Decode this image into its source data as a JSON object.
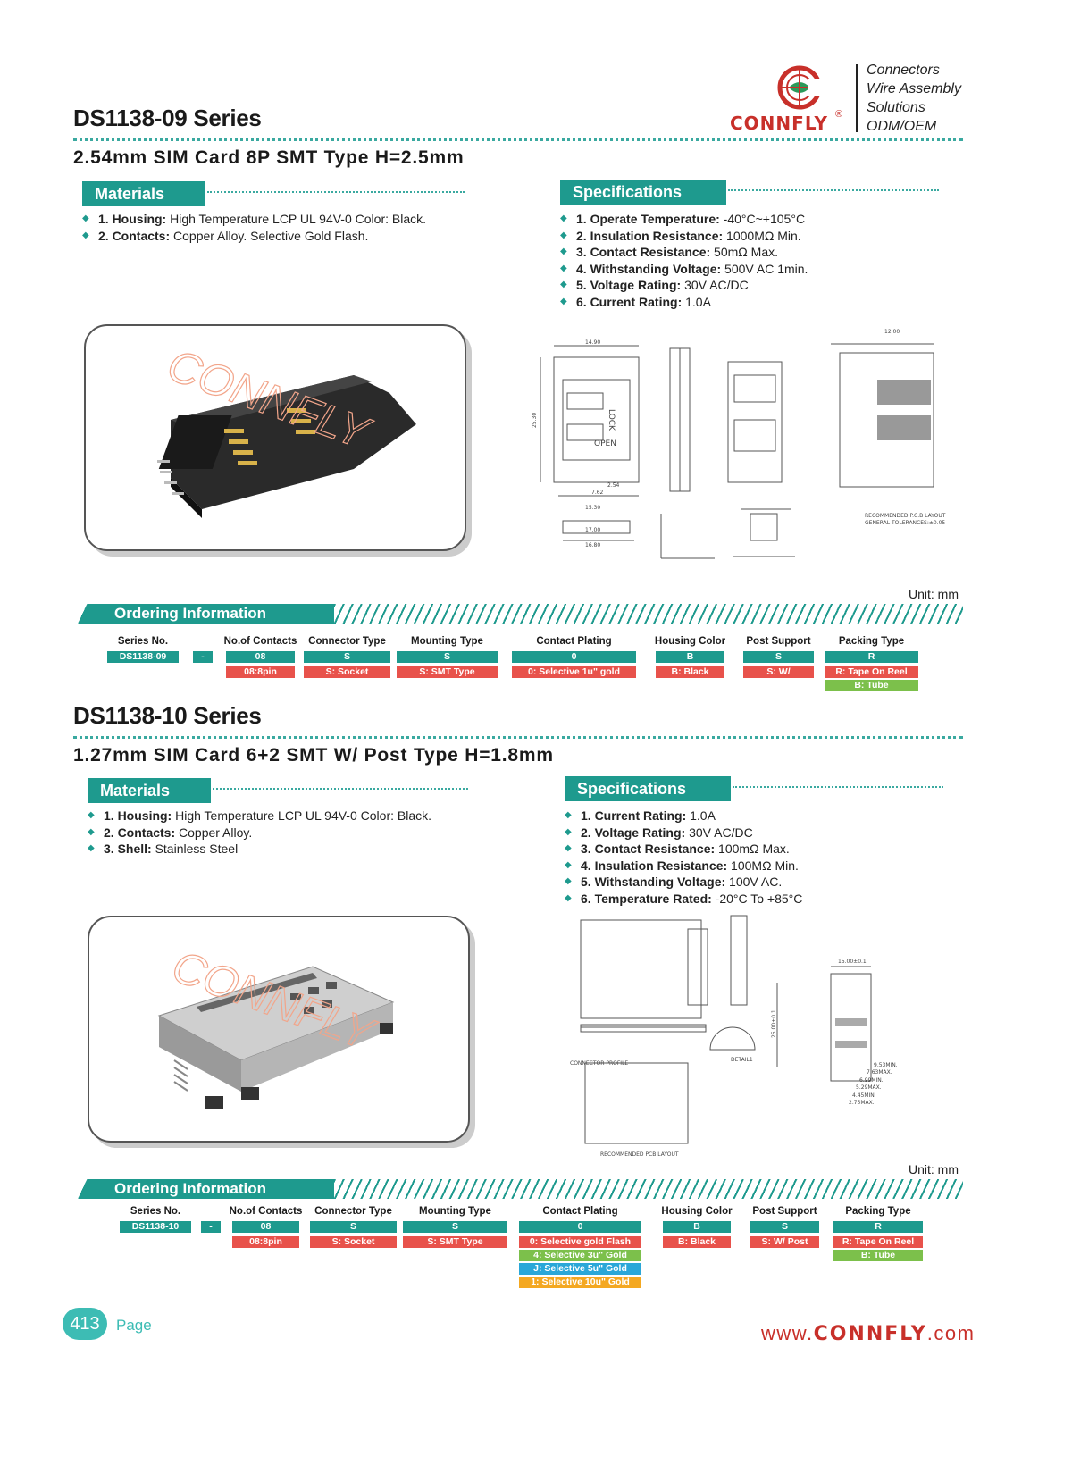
{
  "header": {
    "brand": "CONNFLY",
    "tagline": [
      "Connectors",
      "Wire Assembly",
      "Solutions",
      "ODM/OEM"
    ]
  },
  "s1": {
    "title": "DS1138-09 Series",
    "subtitle": "2.54mm SIM Card 8P SMT Type H=2.5mm",
    "materials_head": "Materials",
    "materials": [
      {
        "k": "1. Housing:",
        "v": " High Temperature LCP UL 94V-0 Color: Black."
      },
      {
        "k": "2. Contacts:",
        "v": " Copper Alloy. Selective Gold Flash."
      }
    ],
    "specs_head": "Specifications",
    "specs": [
      {
        "k": "1. Operate Temperature:",
        "v": " -40°C~+105°C"
      },
      {
        "k": "2. Insulation Resistance:",
        "v": " 1000MΩ Min."
      },
      {
        "k": "3. Contact Resistance:",
        "v": " 50mΩ Max."
      },
      {
        "k": "4. Withstanding Voltage:",
        "v": " 500V AC 1min."
      },
      {
        "k": "5. Voltage Rating:",
        "v": " 30V AC/DC"
      },
      {
        "k": "6. Current Rating:",
        "v": " 1.0A"
      }
    ],
    "drawing_labels": {
      "d1": "14.90",
      "d2": "25.30",
      "d3": "7.62",
      "d4": "15.30",
      "d5": "2.54",
      "d6": "17.00",
      "d7": "16.80",
      "d8": "12.00",
      "d9": "LOCK",
      "d10": "OPEN",
      "d11": "RECOMMENDED P.C.B LAYOUT",
      "d12": "GENERAL TOLERANCES:±0.05"
    },
    "unit": "Unit: mm",
    "ordering_head": "Ordering Information",
    "ordering": {
      "series_lbl": "Series No.",
      "series_val": "DS1138-09",
      "dash": "-",
      "cols": [
        {
          "lbl": "No.of Contacts",
          "code": "08",
          "opts": [
            {
              "t": "08:8pin",
              "c": "red"
            }
          ]
        },
        {
          "lbl": "Connector Type",
          "code": "S",
          "opts": [
            {
              "t": "S: Socket",
              "c": "red"
            }
          ]
        },
        {
          "lbl": "Mounting Type",
          "code": "S",
          "opts": [
            {
              "t": "S: SMT Type",
              "c": "red"
            }
          ]
        },
        {
          "lbl": "Contact Plating",
          "code": "0",
          "opts": [
            {
              "t": "0: Selective 1u\" gold",
              "c": "red"
            }
          ]
        },
        {
          "lbl": "Housing Color",
          "code": "B",
          "opts": [
            {
              "t": "B: Black",
              "c": "red"
            }
          ]
        },
        {
          "lbl": "Post Support",
          "code": "S",
          "opts": [
            {
              "t": "S: W/",
              "c": "red"
            }
          ]
        },
        {
          "lbl": "Packing Type",
          "code": "R",
          "opts": [
            {
              "t": "R: Tape On Reel",
              "c": "red"
            },
            {
              "t": "B: Tube",
              "c": "green"
            }
          ]
        }
      ]
    }
  },
  "s2": {
    "title": "DS1138-10 Series",
    "subtitle": "1.27mm SIM Card 6+2 SMT W/ Post Type H=1.8mm",
    "materials_head": "Materials",
    "materials": [
      {
        "k": "1. Housing:",
        "v": " High Temperature LCP UL 94V-0 Color: Black."
      },
      {
        "k": "2. Contacts:",
        "v": " Copper Alloy."
      },
      {
        "k": "3. Shell:",
        "v": " Stainless Steel"
      }
    ],
    "specs_head": "Specifications",
    "specs": [
      {
        "k": "1. Current Rating:",
        "v": " 1.0A"
      },
      {
        "k": "2. Voltage Rating:",
        "v": " 30V AC/DC"
      },
      {
        "k": "3. Contact Resistance:",
        "v": " 100mΩ Max."
      },
      {
        "k": "4. Insulation Resistance:",
        "v": " 100MΩ Min."
      },
      {
        "k": "5. Withstanding Voltage:",
        "v": " 100V AC."
      },
      {
        "k": "6. Temperature Rated:",
        "v": " -20°C To +85°C"
      }
    ],
    "drawing_labels": {
      "d1": "15.00±0.1",
      "d2": "25.00±0.1",
      "d3": "DETAIL1",
      "d4": "9.53MIN.",
      "d5": "7.63MAX.",
      "d6": "6.99MIN.",
      "d7": "5.29MAX.",
      "d8": "4.45MIN.",
      "d9": "2.75MAX.",
      "d10": "CONNECTOR PROFILE",
      "d11": "RECOMMENDED PCB LAYOUT"
    },
    "unit": "Unit: mm",
    "ordering_head": "Ordering Information",
    "ordering": {
      "series_lbl": "Series No.",
      "series_val": "DS1138-10",
      "dash": "-",
      "cols": [
        {
          "lbl": "No.of Contacts",
          "code": "08",
          "opts": [
            {
              "t": "08:8pin",
              "c": "red"
            }
          ]
        },
        {
          "lbl": "Connector Type",
          "code": "S",
          "opts": [
            {
              "t": "S: Socket",
              "c": "red"
            }
          ]
        },
        {
          "lbl": "Mounting Type",
          "code": "S",
          "opts": [
            {
              "t": "S: SMT Type",
              "c": "red"
            }
          ]
        },
        {
          "lbl": "Contact Plating",
          "code": "0",
          "opts": [
            {
              "t": "0: Selective gold Flash",
              "c": "red"
            },
            {
              "t": "4: Selective 3u\" Gold",
              "c": "green"
            },
            {
              "t": "J: Selective 5u\" Gold",
              "c": "blue"
            },
            {
              "t": "1: Selective 10u\" Gold",
              "c": "orange"
            }
          ]
        },
        {
          "lbl": "Housing Color",
          "code": "B",
          "opts": [
            {
              "t": "B: Black",
              "c": "red"
            }
          ]
        },
        {
          "lbl": "Post Support",
          "code": "S",
          "opts": [
            {
              "t": "S: W/ Post",
              "c": "red"
            }
          ]
        },
        {
          "lbl": "Packing Type",
          "code": "R",
          "opts": [
            {
              "t": "R: Tape On Reel",
              "c": "red"
            },
            {
              "t": "B: Tube",
              "c": "green"
            }
          ]
        }
      ]
    }
  },
  "footer": {
    "page_no": "413",
    "page_lbl": "Page",
    "url_pre": "www.",
    "url_brand": "CONNFLY",
    "url_post": ".com"
  }
}
